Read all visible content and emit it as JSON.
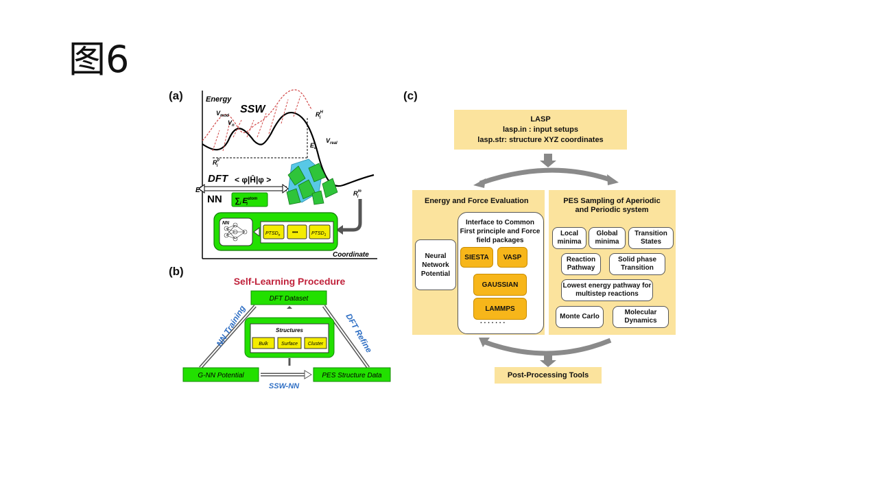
{
  "slide": {
    "title": "图6"
  },
  "panel_labels": {
    "a": "(a)",
    "b": "(b)",
    "c": "(c)"
  },
  "panel_a": {
    "y_axis": "Energy",
    "x_axis": "Coordinate",
    "ssw": "SSW",
    "v_mod": "V",
    "v_mod_sub": "mod",
    "v_n": "V",
    "v_n_sub": "n",
    "v_real": "V",
    "v_real_sub": "real",
    "r_h": "R",
    "r_h_sub": "i",
    "r_h_sup": "H",
    "e_a": "E",
    "e_a_sub": "a",
    "r_0": "R",
    "r_0_sub": "i",
    "r_0_sup": "0",
    "r_m": "R",
    "r_m_sub": "i",
    "r_m_sup": "m",
    "dft": "DFT",
    "braket": "< φ|Ĥ|φ >",
    "e_label": "E",
    "nn": "NN",
    "sum_label": "∑",
    "sum_sub": "i",
    "sum_e": "E",
    "sum_e_sub": "i",
    "sum_e_sup": "atom",
    "nn_small": "NN",
    "ptsd_first": "PTSD",
    "ptsd_first_sub": "n",
    "ptsd_mid": "•••",
    "ptsd_last": "PTSD",
    "ptsd_last_sub": "1"
  },
  "panel_b": {
    "title": "Self-Learning Procedure",
    "dft_dataset": "DFT Dataset",
    "structures": "Structures",
    "bulk": "Bulk",
    "surface": "Surface",
    "cluster": "Cluster",
    "gnn": "G-NN Potential",
    "pes": "PES Structure Data",
    "nn_training": "NN Training",
    "dft_refine": "DFT Refine",
    "ssw_nn": "SSW-NN"
  },
  "panel_c": {
    "lasp_title": "LASP",
    "lasp_line1": "lasp.in : input setups",
    "lasp_line2": "lasp.str: structure XYZ coordinates",
    "energy_title": "Energy and Force Evaluation",
    "nn_potential": "Neural Network Potential",
    "interface_title": "Interface to Common First principle and Force field packages",
    "siesta": "SIESTA",
    "vasp": "VASP",
    "gaussian": "GAUSSIAN",
    "lammps": "LAMMPS",
    "dots": ". . . . . . .",
    "pes_title": "PES Sampling of Aperiodic and Periodic system",
    "local_minima": "Local minima",
    "global_minima": "Global minima",
    "transition_states": "Transition States",
    "reaction_pathway": "Reaction Pathway",
    "solid_phase": "Solid phase Transition",
    "lowest_energy": "Lowest energy pathway for multistep reactions",
    "monte_carlo": "Monte Carlo",
    "molecular_dynamics": "Molecular Dynamics",
    "post_processing": "Post-Processing Tools"
  },
  "colors": {
    "green": "#22e000",
    "yellow_box": "#fbe39d",
    "orange": "#f7b61a",
    "blue_text": "#2f6fc4",
    "red_title": "#c0223b"
  }
}
